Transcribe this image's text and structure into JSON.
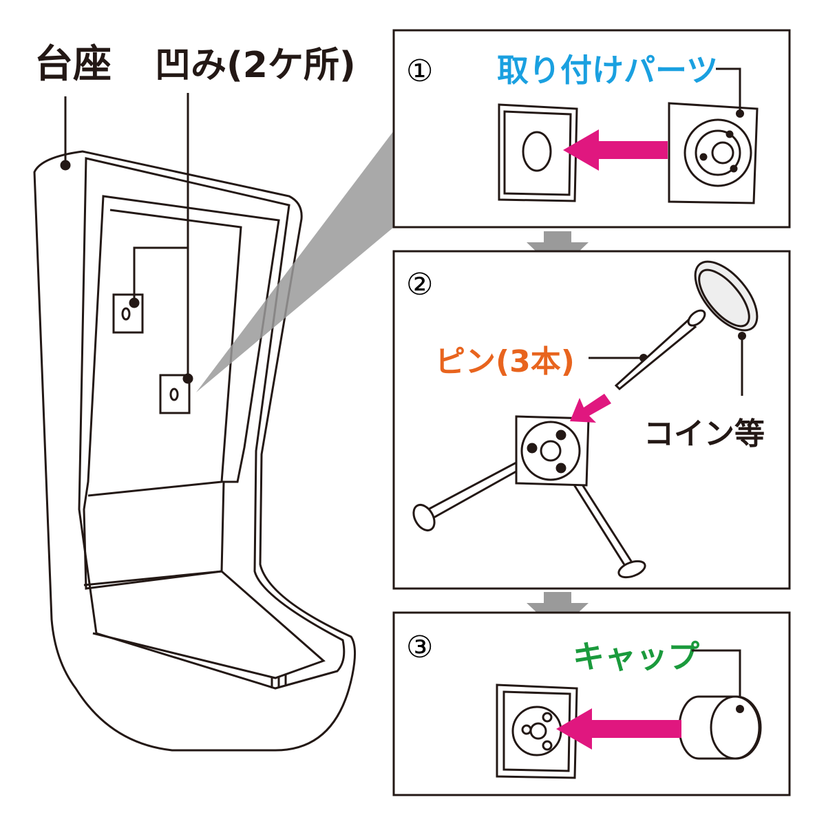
{
  "labels": {
    "base": "台座",
    "dents": "凹み(2ケ所)",
    "step1_num": "①",
    "mounting_part": "取り付けパーツ",
    "step2_num": "②",
    "pins": "ピン(3本)",
    "coin": "コイン等",
    "step3_num": "③",
    "cap": "キャップ"
  },
  "colors": {
    "mounting_part": "#1aa0e0",
    "pins": "#e8641e",
    "cap": "#1a9a3c",
    "arrow": "#e0177f",
    "step_arrow": "#9a9a9a",
    "line": "#231815"
  }
}
